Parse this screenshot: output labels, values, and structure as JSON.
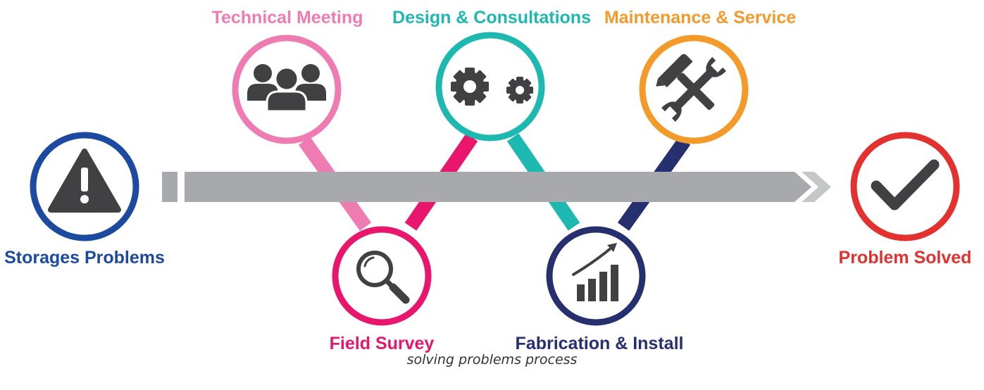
{
  "colors": {
    "blue": "#1b4aa0",
    "pink": "#ef7bb3",
    "magenta": "#e8176d",
    "teal": "#1db8b0",
    "navy": "#27306f",
    "orange": "#f39a2b",
    "red": "#e3312f",
    "arrow_gray": "#a7a9ac",
    "icon_dark": "#414042"
  },
  "steps": {
    "start": {
      "label": "Storages Problems",
      "icon": "warning-icon"
    },
    "technical_meeting": {
      "label": "Technical Meeting",
      "icon": "people-group-icon"
    },
    "field_survey": {
      "label": "Field Survey",
      "icon": "magnifier-icon"
    },
    "design_consultations": {
      "label": "Design & Consultations",
      "icon": "gears-icon"
    },
    "fabrication_install": {
      "label": "Fabrication & Install",
      "icon": "growth-chart-icon"
    },
    "maintenance_service": {
      "label": "Maintenance & Service",
      "icon": "wrench-hammer-icon"
    },
    "end": {
      "label": "Problem Solved",
      "icon": "check-icon"
    }
  },
  "caption": "solving problems  process"
}
